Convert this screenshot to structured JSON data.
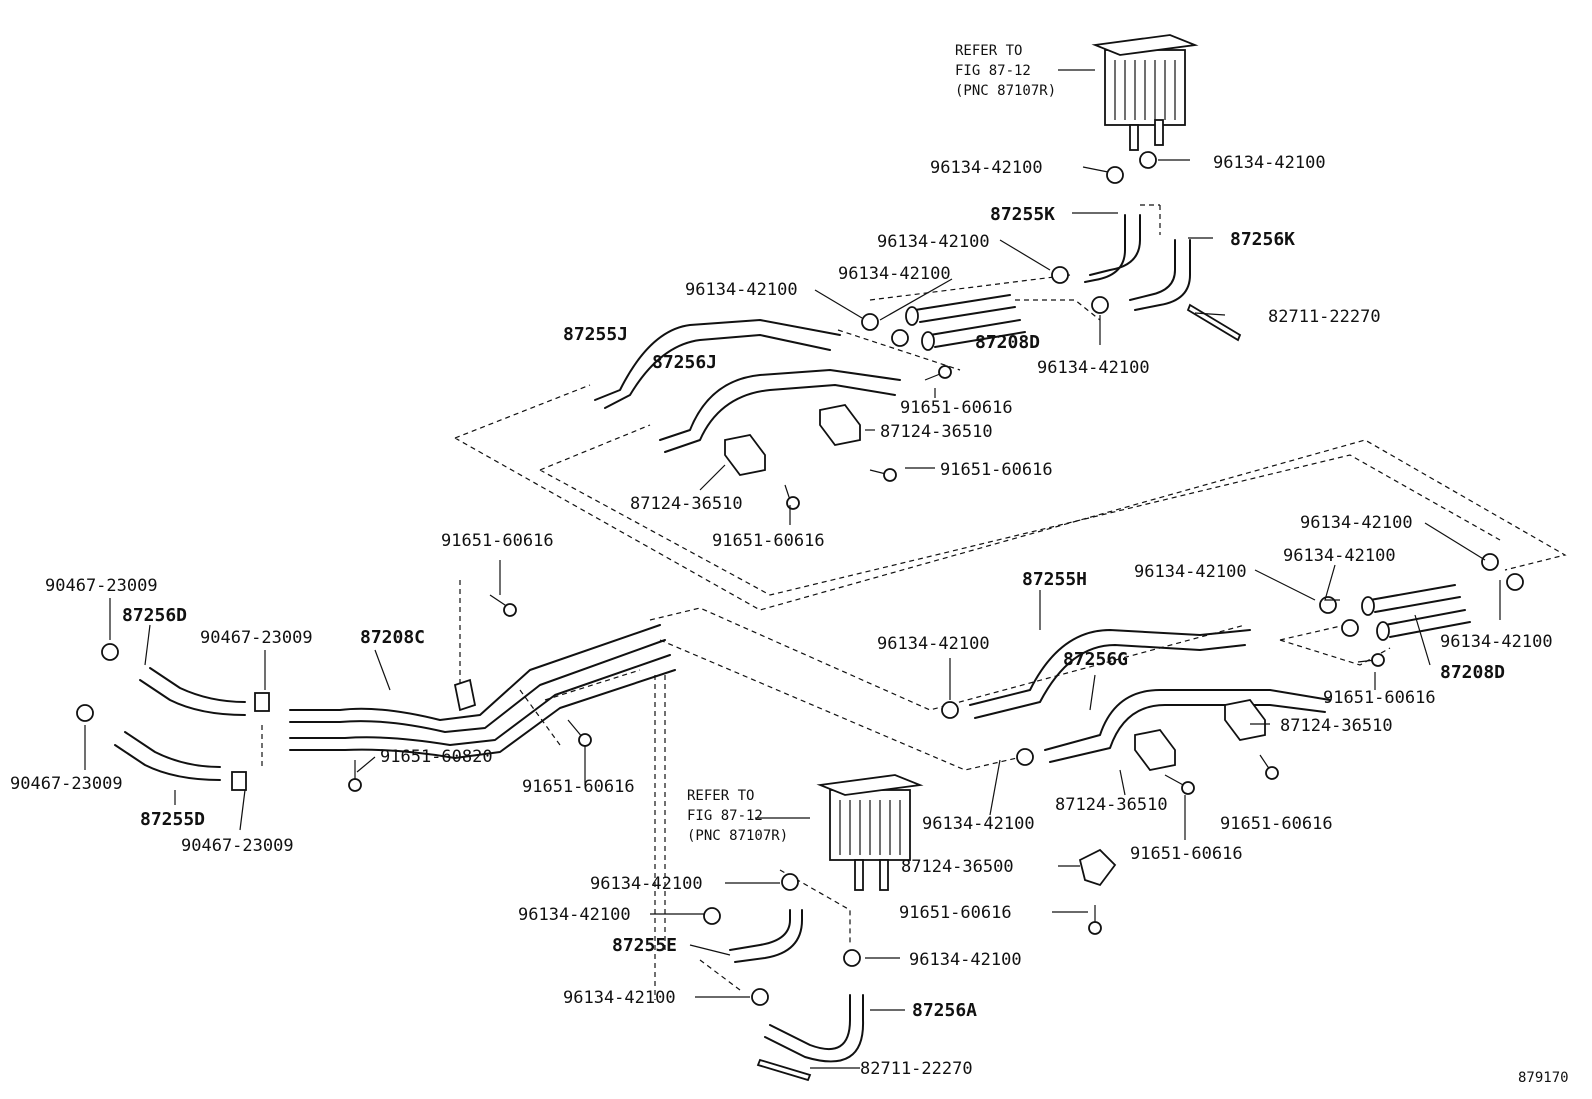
{
  "labels": {
    "ref_top_1": "REFER TO",
    "ref_top_2": "FIG 87-12",
    "ref_top_3": "(PNC 87107R)",
    "ref_mid_1": "REFER TO",
    "ref_mid_2": "FIG 87-12",
    "ref_mid_3": "(PNC 87107R)",
    "c_top_l": "96134-42100",
    "c_top_r": "96134-42100",
    "h_87255K": "87255K",
    "c_u1": "96134-42100",
    "h_87256K": "87256K",
    "c_u2": "96134-42100",
    "c_u3": "96134-42100",
    "tie_top": "82711-22270",
    "h_87255J": "87255J",
    "h_87208D_top": "87208D",
    "h_87256J": "87256J",
    "c_u4": "96134-42100",
    "b_u1": "91651-60616",
    "br_u1": "87124-36510",
    "b_u2": "91651-60616",
    "br_u2": "87124-36510",
    "b_u3": "91651-60616",
    "b_mid_top": "91651-60616",
    "c_r1": "96134-42100",
    "c_r2": "96134-42100",
    "h_87255H": "87255H",
    "c_r3": "96134-42100",
    "c_r4": "96134-42100",
    "c_r5": "96134-42100",
    "h_87208D_right": "87208D",
    "h_87256G": "87256G",
    "b_r1": "91651-60616",
    "br_r1": "87124-36510",
    "w_l1": "90467-23009",
    "h_87256D": "87256D",
    "w_l2": "90467-23009",
    "h_87208C": "87208C",
    "b_l1": "91651-60820",
    "w_l3": "90467-23009",
    "h_87255D": "87255D",
    "w_l4": "90467-23009",
    "b_m1": "91651-60616",
    "c_r6": "96134-42100",
    "br_r2": "87124-36510",
    "b_r2": "91651-60616",
    "b_r3": "91651-60616",
    "br_r3": "87124-36500",
    "c_b1": "96134-42100",
    "b_r4": "91651-60616",
    "c_b2": "96134-42100",
    "h_87255E": "87255E",
    "c_b3": "96134-42100",
    "c_b4": "96134-42100",
    "h_87256A": "87256A",
    "tie_bot": "82711-22270",
    "fig_no": "879170"
  }
}
